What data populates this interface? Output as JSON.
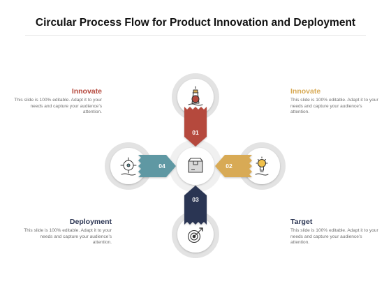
{
  "title": "Circular Process Flow for Product Innovation and Deployment",
  "colors": {
    "step1": "#b5483c",
    "step2": "#d8aa55",
    "step3": "#2b3553",
    "step4": "#5f98a3",
    "ring": "#e3e3e3"
  },
  "blocks": {
    "top_left": {
      "heading": "Innovate",
      "body": "This slide is 100% editable. Adapt it to your needs and capture your audience’s attention.",
      "color": "#b5483c"
    },
    "top_right": {
      "heading": "Innovate",
      "body": "This slide is 100% editable. Adapt it to your needs and capture your audience’s attention.",
      "color": "#d8aa55"
    },
    "bottom_left": {
      "heading": "Deployment",
      "body": "This slide is 100% editable. Adapt it to your needs and capture your audience’s attention.",
      "color": "#2b3553"
    },
    "bottom_right": {
      "heading": "Target",
      "body": "This slide is 100% editable. Adapt it to your needs and capture your audience’s attention.",
      "color": "#2b3553"
    }
  },
  "steps": [
    {
      "number": "01",
      "icon": "lighthouse-icon"
    },
    {
      "number": "02",
      "icon": "lightbulb-icon"
    },
    {
      "number": "03",
      "icon": "target-icon"
    },
    {
      "number": "04",
      "icon": "compass-icon"
    }
  ],
  "center_icon": "box-icon"
}
